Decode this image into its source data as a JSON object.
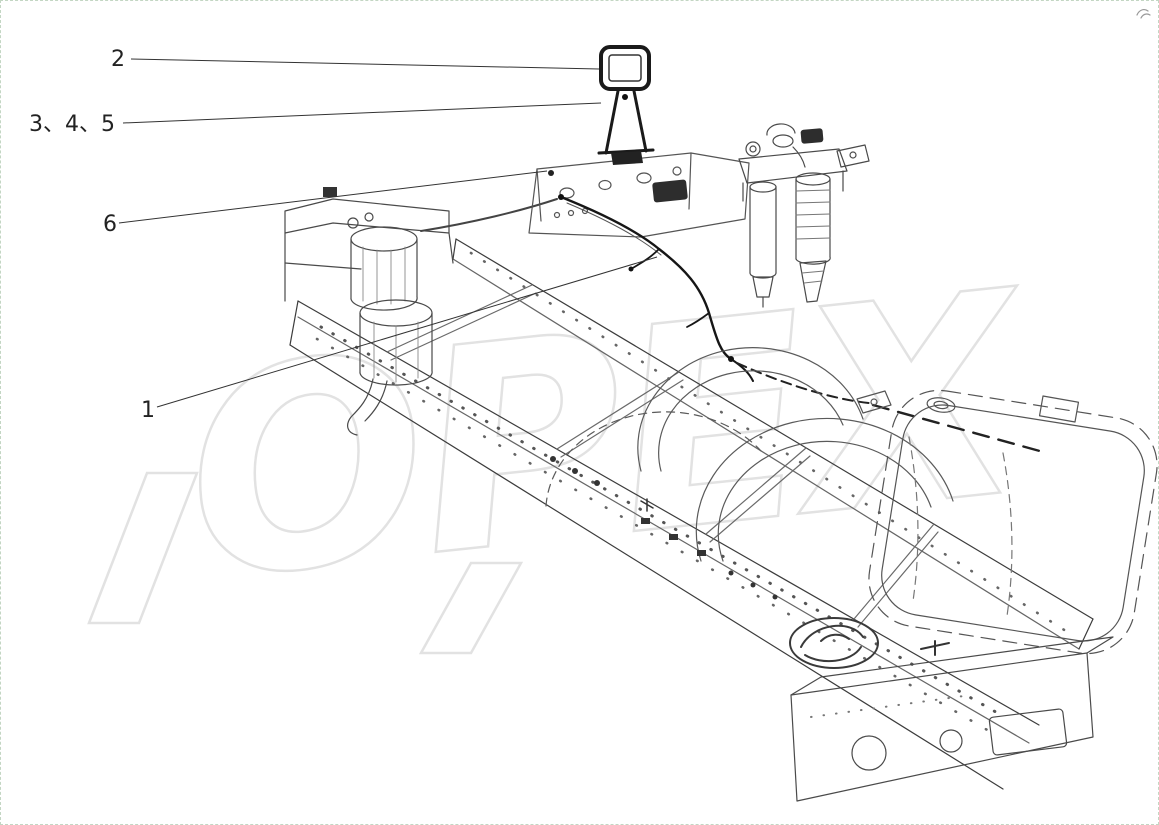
{
  "page": {
    "background_color": "#ffffff",
    "border_color": "#c3d6c3"
  },
  "watermark": {
    "text": "OPEX",
    "color": "#e2e2e2"
  },
  "drawing": {
    "type": "technical-parts-diagram",
    "subject": "truck-chassis-frame-assembly",
    "line_color": "#3c3c3c",
    "leader_color": "#333333",
    "callouts": [
      {
        "id": "item-2",
        "label": "2"
      },
      {
        "id": "items-3-4-5",
        "label": "3、4、5"
      },
      {
        "id": "item-6",
        "label": "6"
      },
      {
        "id": "item-1",
        "label": "1"
      }
    ]
  }
}
